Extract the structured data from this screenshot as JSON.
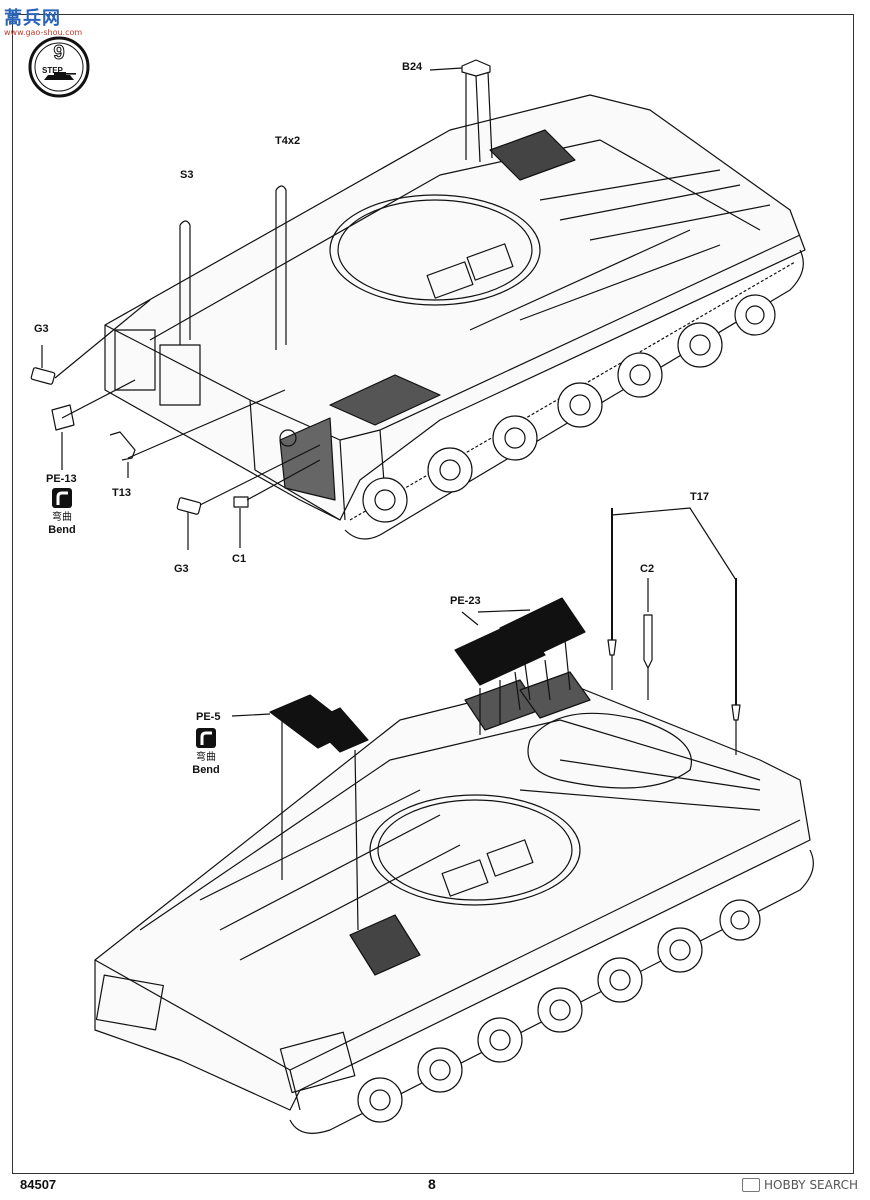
{
  "watermark": {
    "text": "蒿兵网",
    "url_text": "www.gao-shou.com"
  },
  "step": {
    "number": "9",
    "label": "STEP"
  },
  "labels": {
    "b24": "B24",
    "t4x2": "T4x2",
    "s3": "S3",
    "g3_top": "G3",
    "pe13": "PE-13",
    "t13": "T13",
    "g3_bottom": "G3",
    "c1": "C1",
    "t17": "T17",
    "c2": "C2",
    "pe23": "PE-23",
    "pe5": "PE-5"
  },
  "bend_note": {
    "cn": "弯曲",
    "en": "Bend"
  },
  "footer": {
    "code": "84507",
    "page": "8",
    "search_text": "HOBBY SEARCH"
  }
}
